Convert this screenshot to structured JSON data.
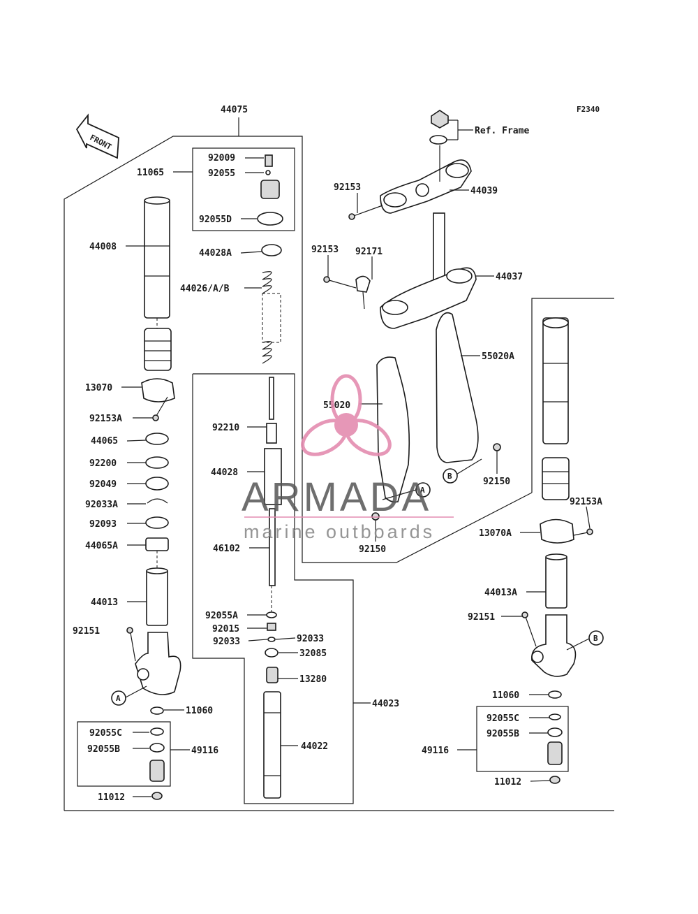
{
  "figure_code": "F2340",
  "front_label": "FRONT",
  "ref_frame": "Ref. Frame",
  "callouts": {
    "a": "A",
    "b": "B"
  },
  "watermark": {
    "brand": "ARMADA",
    "tagline": "marine outboards",
    "colors": {
      "logo": "#e48cb0",
      "brand": "#555555",
      "tagline": "#8a8a8a"
    }
  },
  "parts": {
    "p44075": "44075",
    "p11065": "11065",
    "p92009": "92009",
    "p92055": "92055",
    "p92055D": "92055D",
    "p44008": "44008",
    "p44028A": "44028A",
    "p44026": "44026/A/B",
    "p13070": "13070",
    "p92153A_l": "92153A",
    "p44065": "44065",
    "p92200": "92200",
    "p92049": "92049",
    "p92033A": "92033A",
    "p92093": "92093",
    "p44065A": "44065A",
    "p44013": "44013",
    "p92151_l": "92151",
    "p11060_l": "11060",
    "p92055C_l": "92055C",
    "p92055B_l": "92055B",
    "p49116_l": "49116",
    "p11012_l": "11012",
    "p92210": "92210",
    "p44028": "44028",
    "p46102": "46102",
    "p92055A": "92055A",
    "p92015": "92015",
    "p92033_a": "92033",
    "p92033_b": "92033",
    "p32085": "32085",
    "p13280": "13280",
    "p44022": "44022",
    "p44023": "44023",
    "p92153_a": "92153",
    "p44039": "44039",
    "p92153_b": "92153",
    "p92171": "92171",
    "p44037": "44037",
    "p55020A": "55020A",
    "p55020": "55020",
    "p92150_a": "92150",
    "p92150_b": "92150",
    "p92153A_r": "92153A",
    "p13070A": "13070A",
    "p44013A": "44013A",
    "p92151_r": "92151",
    "p11060_r": "11060",
    "p92055C_r": "92055C",
    "p92055B_r": "92055B",
    "p49116_r": "49116",
    "p11012_r": "11012"
  }
}
